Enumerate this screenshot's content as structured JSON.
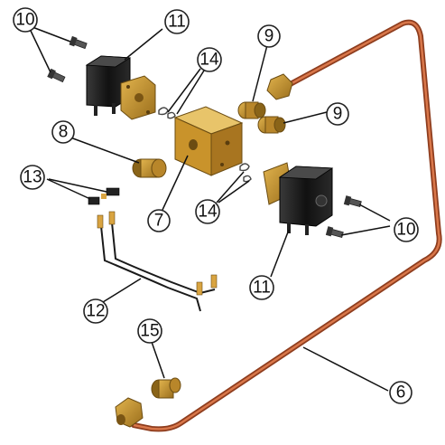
{
  "diagram": {
    "type": "exploded-parts-diagram",
    "callouts": [
      {
        "id": "c10a",
        "label": "10"
      },
      {
        "id": "c11a",
        "label": "11"
      },
      {
        "id": "c14a",
        "label": "14"
      },
      {
        "id": "c9a",
        "label": "9"
      },
      {
        "id": "c9b",
        "label": "9"
      },
      {
        "id": "c8",
        "label": "8"
      },
      {
        "id": "c13",
        "label": "13"
      },
      {
        "id": "c7",
        "label": "7"
      },
      {
        "id": "c14b",
        "label": "14"
      },
      {
        "id": "c10b",
        "label": "10"
      },
      {
        "id": "c11b",
        "label": "11"
      },
      {
        "id": "c12",
        "label": "12"
      },
      {
        "id": "c15",
        "label": "15"
      },
      {
        "id": "c6",
        "label": "6"
      }
    ],
    "colors": {
      "copper": "#b8562e",
      "copper_highlight": "#e0916a",
      "brass": "#c8962e",
      "brass_dark": "#8a6418",
      "coil": "#1e1e1e",
      "steel": "#9aa0a6",
      "wire": "#1a1a1a",
      "terminal": "#d9a441"
    }
  }
}
